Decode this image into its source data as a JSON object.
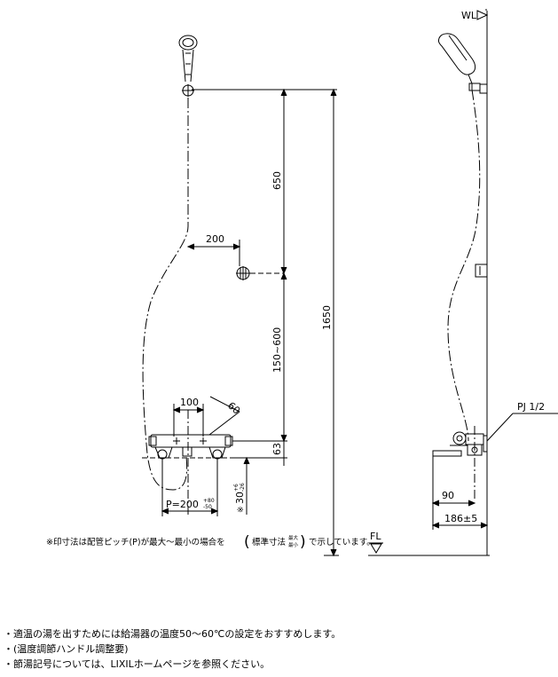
{
  "dimensions": {
    "d650": "650",
    "d1650": "1650",
    "d200": "200",
    "d150_600": "150~600",
    "d100": "100",
    "d60": "60",
    "d63": "63",
    "pitch": "P=200",
    "pitch_tol_upper": "+80",
    "pitch_tol_lower": "-50",
    "d30": "30",
    "d30_tol_upper": "+6",
    "d30_tol_lower": "-26",
    "d90": "90",
    "d186": "186±5"
  },
  "labels": {
    "wl": "WL",
    "fl": "FL",
    "pj": "PJ 1/2"
  },
  "drawing_note": {
    "prefix": "※印寸法は配管ピッチ(P)が最大～最小の場合を",
    "std_label": "標準寸法",
    "max_label": "最大",
    "min_label": "最小",
    "suffix": "で示しています。"
  },
  "notes": [
    "・適温の湯を出すためには給湯器の温度50～60℃の設定をおすすめします。",
    "・(温度調節ハンドル調整要)",
    "・節湯記号については、LIXILホームページを参照ください。"
  ]
}
